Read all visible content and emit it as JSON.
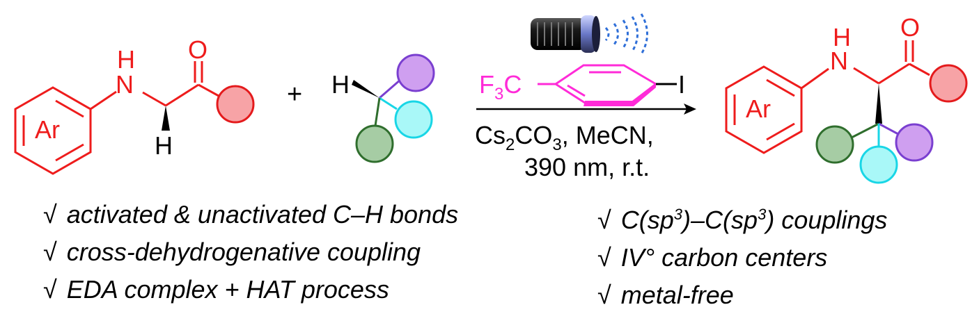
{
  "colors": {
    "red": "#ee1c1c",
    "magenta": "#ff2bd8",
    "black": "#000000",
    "pink_fill": "#f7a3a6",
    "pink_stroke": "#e41a1c",
    "purple_fill": "#cf9ff0",
    "purple_stroke": "#7a3fd0",
    "cyan_fill": "#a9f8f8",
    "cyan_stroke": "#19d6e6",
    "green_fill": "#a6cca4",
    "green_stroke": "#2f6e2d"
  },
  "reactant1": {
    "ring_label": "Ar",
    "nh_h": "H",
    "nh_n": "N",
    "carbonyl_o": "O",
    "alpha_h": "H"
  },
  "plus_sign": "+",
  "reactant2": {
    "h_label": "H"
  },
  "reagent": {
    "cf3": {
      "base": "F",
      "sub": "3",
      "tail": "C"
    },
    "iodine": "I",
    "line1": {
      "cs": "Cs",
      "sub1": "2",
      "co": "CO",
      "sub2": "3",
      "rest": ", MeCN,"
    },
    "line2": "390 nm, r.t.",
    "lamp_icon": "lamp-icon"
  },
  "product": {
    "ring_label": "Ar",
    "nh_h": "H",
    "nh_n": "N",
    "carbonyl_o": "O"
  },
  "bullets_left": [
    {
      "check": "√",
      "text": "activated & unactivated C–H bonds"
    },
    {
      "check": "√",
      "text": "cross-dehydrogenative coupling"
    },
    {
      "check": "√",
      "text": "EDA complex + HAT process"
    }
  ],
  "bullets_right": [
    {
      "check": "√",
      "p1": "C(sp",
      "s1": "3",
      "p2": ")–C(sp",
      "s2": "3",
      "p3": ") couplings"
    },
    {
      "check": "√",
      "text": "IV° carbon centers"
    },
    {
      "check": "√",
      "text": "metal-free"
    }
  ]
}
